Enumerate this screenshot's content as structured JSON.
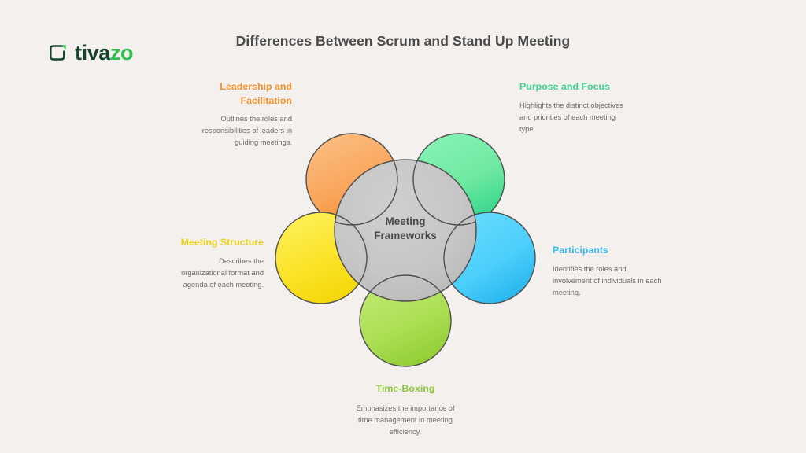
{
  "brand": {
    "name_part_1": "tiva",
    "name_part_2": "zo",
    "icon": "tivazo-bracket-logo",
    "dark_color": "#15432c",
    "accent_color": "#2fbf4f"
  },
  "header": {
    "title": "Differences Between Scrum and Stand Up Meeting"
  },
  "diagram": {
    "type": "petal-venn",
    "center": {
      "label_line_1": "Meeting",
      "label_line_2": "Frameworks",
      "fill_color": "#c4c4c4",
      "stroke_color": "#4f4f4f"
    },
    "petals": [
      {
        "id": "leadership",
        "position": "top-left",
        "color_light": "#fab573",
        "color_dark": "#f5922e",
        "title": "Leadership and Facilitation",
        "body": "Outlines the roles and responsibilities of leaders in guiding meetings.",
        "title_color": "#f0912f"
      },
      {
        "id": "purpose",
        "position": "top-right",
        "color_light": "#7aeeac",
        "color_dark": "#35d68c",
        "title": "Purpose and Focus",
        "body": "Highlights the distinct objectives and priorities of each meeting type.",
        "title_color": "#3fcf8e"
      },
      {
        "id": "participants",
        "position": "right",
        "color_light": "#5bd5fc",
        "color_dark": "#2cb6ee",
        "title": "Participants",
        "body": "Identifies the roles and involvement of individuals in each meeting.",
        "title_color": "#35bdf0"
      },
      {
        "id": "timeboxing",
        "position": "bottom",
        "color_light": "#b6e560",
        "color_dark": "#97d13c",
        "title": "Time-Boxing",
        "body": "Emphasizes the importance of time management in meeting efficiency.",
        "title_color": "#8ec63f"
      },
      {
        "id": "structure",
        "position": "left",
        "color_light": "#fdeb3c",
        "color_dark": "#f6dc11",
        "title": "Meeting Structure",
        "body": "Describes the organizational format and agenda of each meeting.",
        "title_color": "#e9d318"
      }
    ]
  },
  "canvas": {
    "background_color": "#f3f0ed"
  }
}
